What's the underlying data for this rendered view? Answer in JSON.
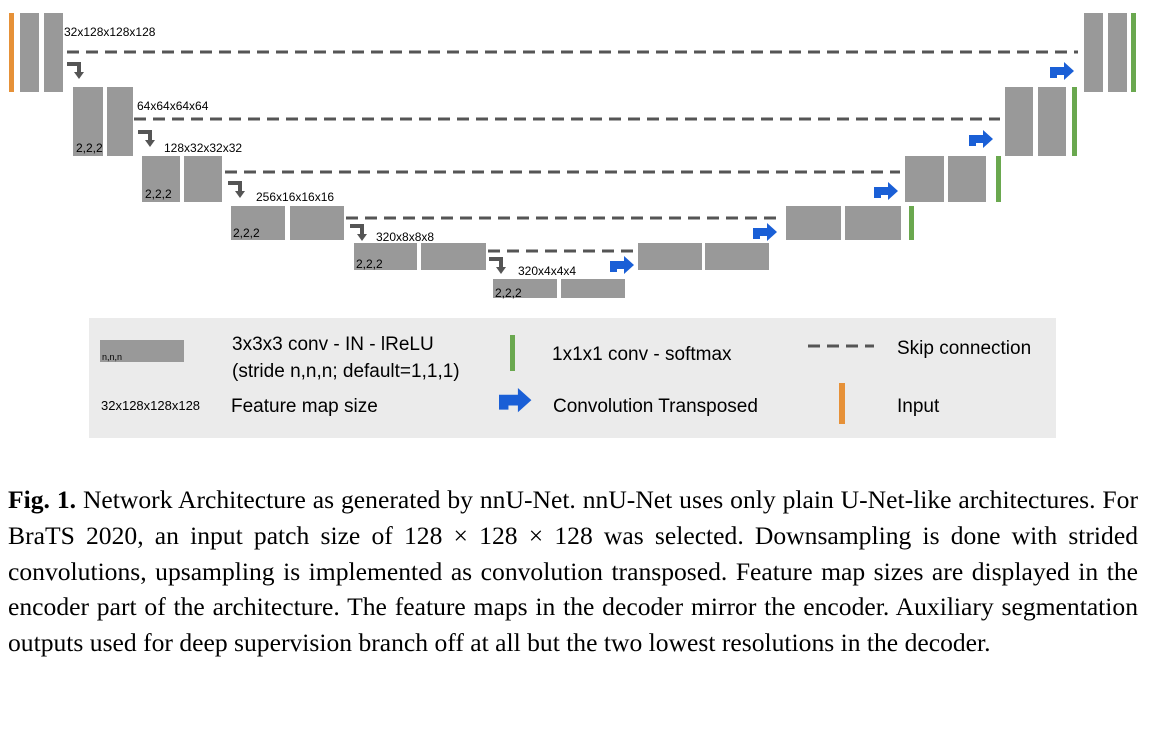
{
  "colors": {
    "block": "#999999",
    "skip": "#555555",
    "down_arrow": "#555555",
    "up_arrow": "#1a5fd6",
    "softmax": "#6aa84f",
    "input": "#e69138",
    "legend_bg": "#ebebeb"
  },
  "encoder": {
    "feature_sizes": [
      "32x128x128x128",
      "64x64x64x64",
      "128x32x32x32",
      "256x16x16x16",
      "320x8x8x8",
      "320x4x4x4"
    ],
    "stride_labels": [
      "2,2,2",
      "2,2,2",
      "2,2,2",
      "2,2,2",
      "2,2,2"
    ]
  },
  "legend": {
    "block_stride": "n,n,n",
    "conv_line1": "3x3x3 conv - IN - lReLU",
    "conv_line2": "(stride n,n,n; default=1,1,1)",
    "softmax": "1x1x1 conv - softmax",
    "skip": "Skip connection",
    "size_example": "32x128x128x128",
    "size_text": "Feature map size",
    "transposed": "Convolution Transposed",
    "input": "Input"
  },
  "caption": {
    "label": "Fig. 1.",
    "text": "Network Architecture as generated by nnU-Net. nnU-Net uses only plain U-Net-like architectures. For BraTS 2020, an input patch size of 128 × 128 × 128 was selected. Downsampling is done with strided convolutions, upsampling is implemented as convolution transposed. Feature map sizes are displayed in the encoder part of the architecture. The feature maps in the decoder mirror the encoder. Auxiliary segmentation outputs used for deep supervision branch off at all but the two lowest resolutions in the decoder."
  }
}
